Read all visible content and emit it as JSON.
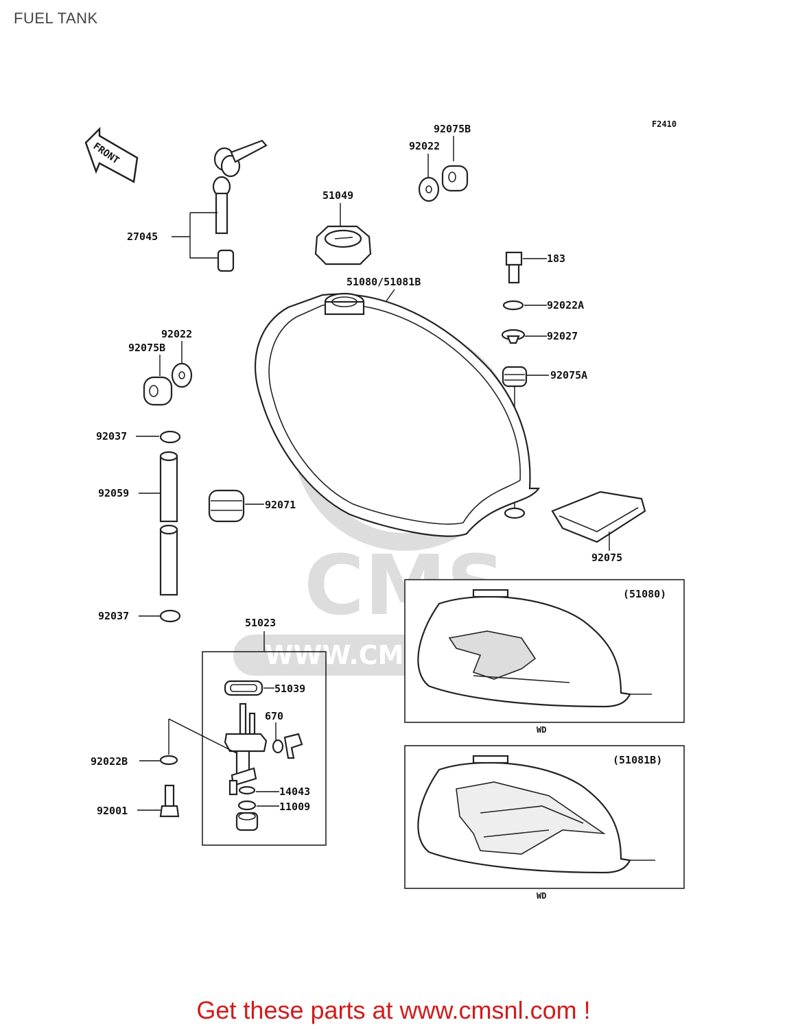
{
  "page": {
    "title": "FUEL TANK"
  },
  "figure_code": "F2410",
  "front_label": "FRONT",
  "watermark": {
    "logo": "CMS",
    "url": "WWW.CMSNL.COM"
  },
  "parts": {
    "p27045": "27045",
    "p92075B_top": "92075B",
    "p92022_top": "92022",
    "p51049": "51049",
    "p183": "183",
    "p51080_81B": "51080/51081B",
    "p92022A": "92022A",
    "p92027": "92027",
    "p92022_left": "92022",
    "p92075B_left": "92075B",
    "p92075A": "92075A",
    "p92037_top": "92037",
    "p92059": "92059",
    "p92071": "92071",
    "p92075": "92075",
    "p92037_bottom": "92037",
    "p51023": "51023",
    "p51039": "51039",
    "p670": "670",
    "p92022B": "92022B",
    "p14043": "14043",
    "p11009": "11009",
    "p92001": "92001"
  },
  "variants": [
    {
      "code": "(51080)",
      "paint": "WD"
    },
    {
      "code": "(51081B)",
      "paint": "WD"
    }
  ],
  "footer": {
    "text": "Get these parts at www.cmsnl.com !",
    "color": "#d41a1a"
  }
}
